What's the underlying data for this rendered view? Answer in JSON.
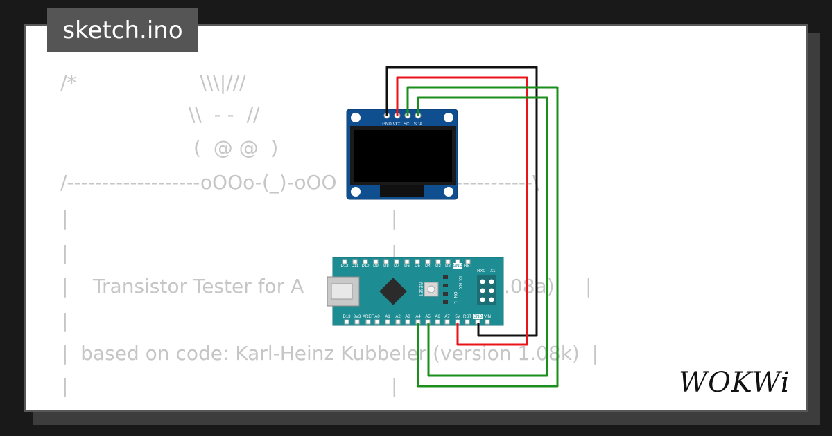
{
  "title_tag": "sketch.ino",
  "code_lines": [
    "/*                    \\\\\\|///",
    "\\\\  - -  //",
    "(  @ @  )",
    "/-------------------oOOo-(_)-oOO",
    "-----------\\",
    "|",
    "|",
    "|",
    "|",
    "|    Transistor Tester for A",
    ".08a)     |",
    "|",
    "|  based on code: Karl-Heinz Kubbeler (version 1.08k)  |",
    "|",
    "|"
  ],
  "oled": {
    "pin_labels": [
      "GND",
      "VCC",
      "SCL",
      "SDA"
    ]
  },
  "nano": {
    "top_pin_labels": [
      "D12",
      "D11",
      "D10",
      "D9",
      "D8",
      "D7",
      "D6",
      "D5",
      "D4",
      "D3",
      "D2",
      "GND",
      "RST",
      "RX0",
      "TX1"
    ],
    "bottom_pin_labels": [
      "D13",
      "3V3",
      "AREF",
      "A0",
      "A1",
      "A2",
      "A3",
      "A4",
      "A5",
      "A6",
      "A7",
      "5V",
      "RST",
      "GND",
      "VIN"
    ],
    "led_labels": [
      "TX",
      "RX",
      "ON",
      "L"
    ],
    "reset_label": "RESET"
  },
  "brand": "WOKWi",
  "colors": {
    "wire_black": "#111111",
    "wire_red": "#e8141a",
    "wire_green": "#1b8f1b",
    "nano_board": "#1d8c93",
    "oled_board": "#0f4f8f"
  }
}
